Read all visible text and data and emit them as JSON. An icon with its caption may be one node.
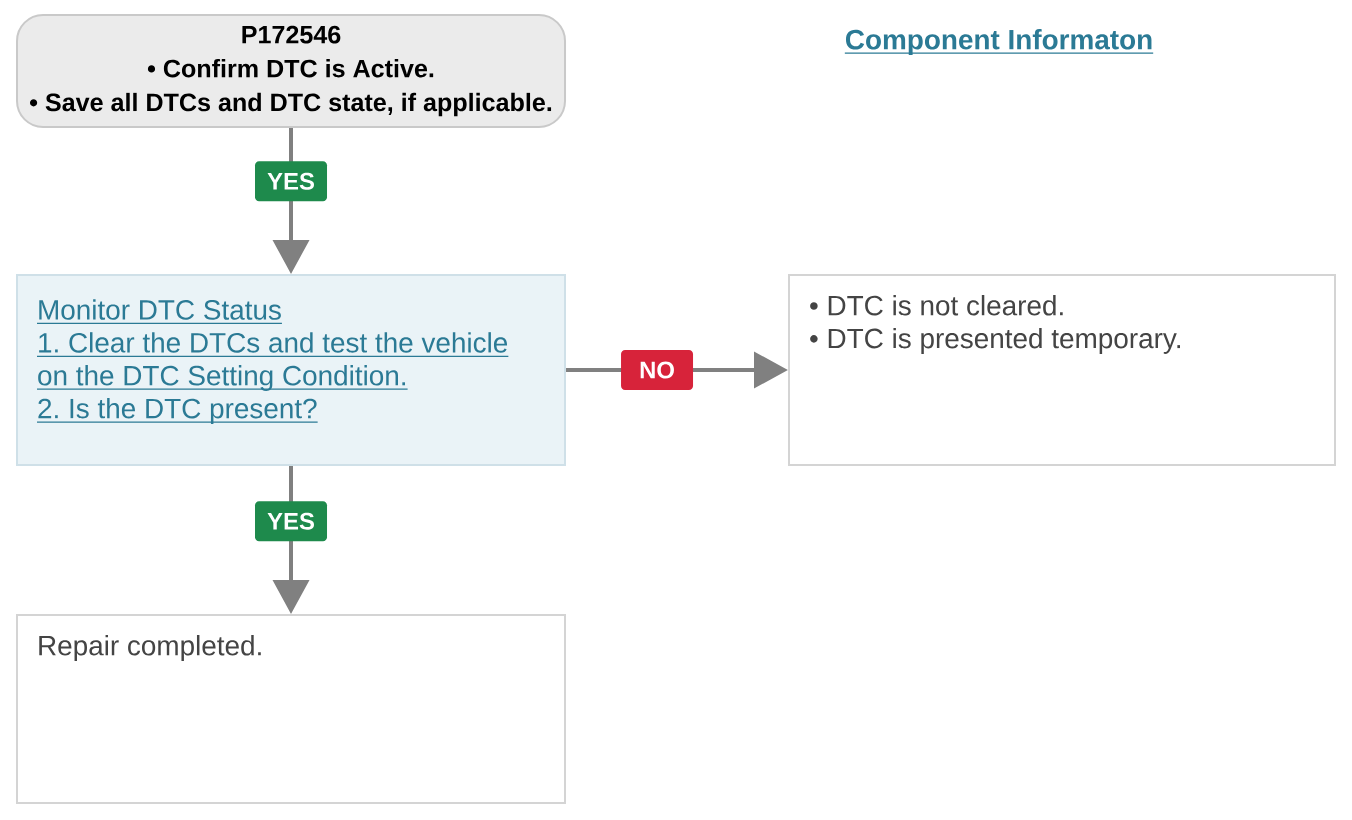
{
  "diagram": {
    "nodes": [
      {
        "text": [
          "P172546",
          "• Confirm DTC is Active.",
          "• Save all DTCs and DTC state, if applicable."
        ]
      },
      {
        "text": [
          "Monitor DTC Status",
          "1. Clear the DTCs and test the vehicle on the DTC Setting Condition.",
          "2. Is the DTC present?"
        ]
      },
      {
        "text": [
          "• DTC is not cleared.",
          "• DTC is presented temporary."
        ]
      },
      {
        "text": [
          "Repair completed."
        ]
      }
    ],
    "edges": [
      {
        "from": 0,
        "to": 1,
        "arrow": "to",
        "label": "YES"
      },
      {
        "from": 1,
        "to": 2,
        "arrow": "to",
        "label": "NO"
      },
      {
        "from": 1,
        "to": 3,
        "arrow": "to",
        "label": "YES"
      }
    ],
    "labels": [
      "Component Informaton"
    ]
  }
}
